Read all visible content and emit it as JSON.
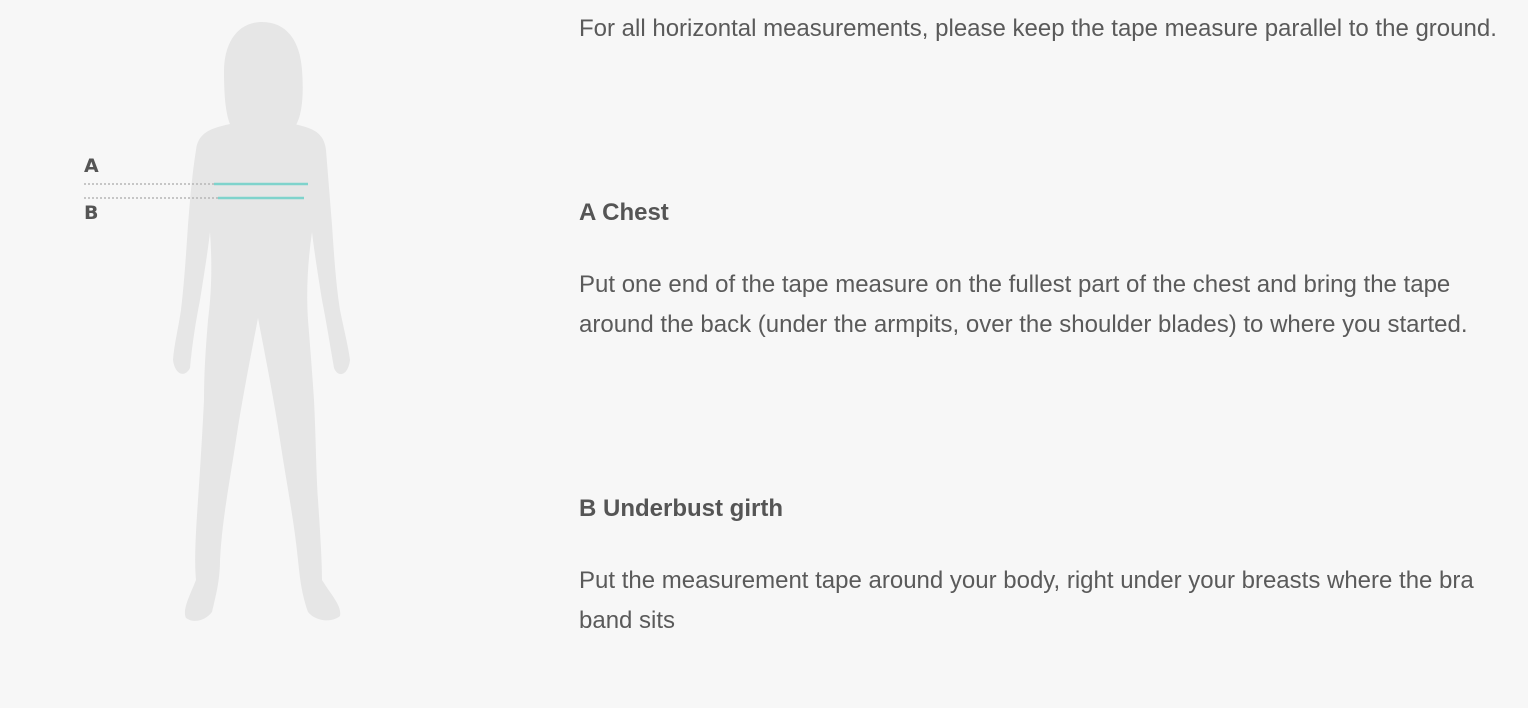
{
  "figure": {
    "marker_a": "A",
    "marker_b": "B",
    "silhouette_icon": "female-body-silhouette-icon",
    "colors": {
      "silhouette": "#e6e6e6",
      "tape": "#7fd3cc",
      "guide": "#b5b5b5"
    }
  },
  "intro": {
    "text": "For all horizontal measurements, please keep the tape measure parallel to the ground."
  },
  "chest": {
    "heading": "A Chest",
    "description": "Put one end of the tape measure on the fullest part of the chest and bring the tape around the back (under the armpits, over the shoulder blades) to where you started."
  },
  "underbust": {
    "heading": "B Underbust girth",
    "description": "Put the measurement tape around your body, right under your breasts where the bra band sits"
  }
}
